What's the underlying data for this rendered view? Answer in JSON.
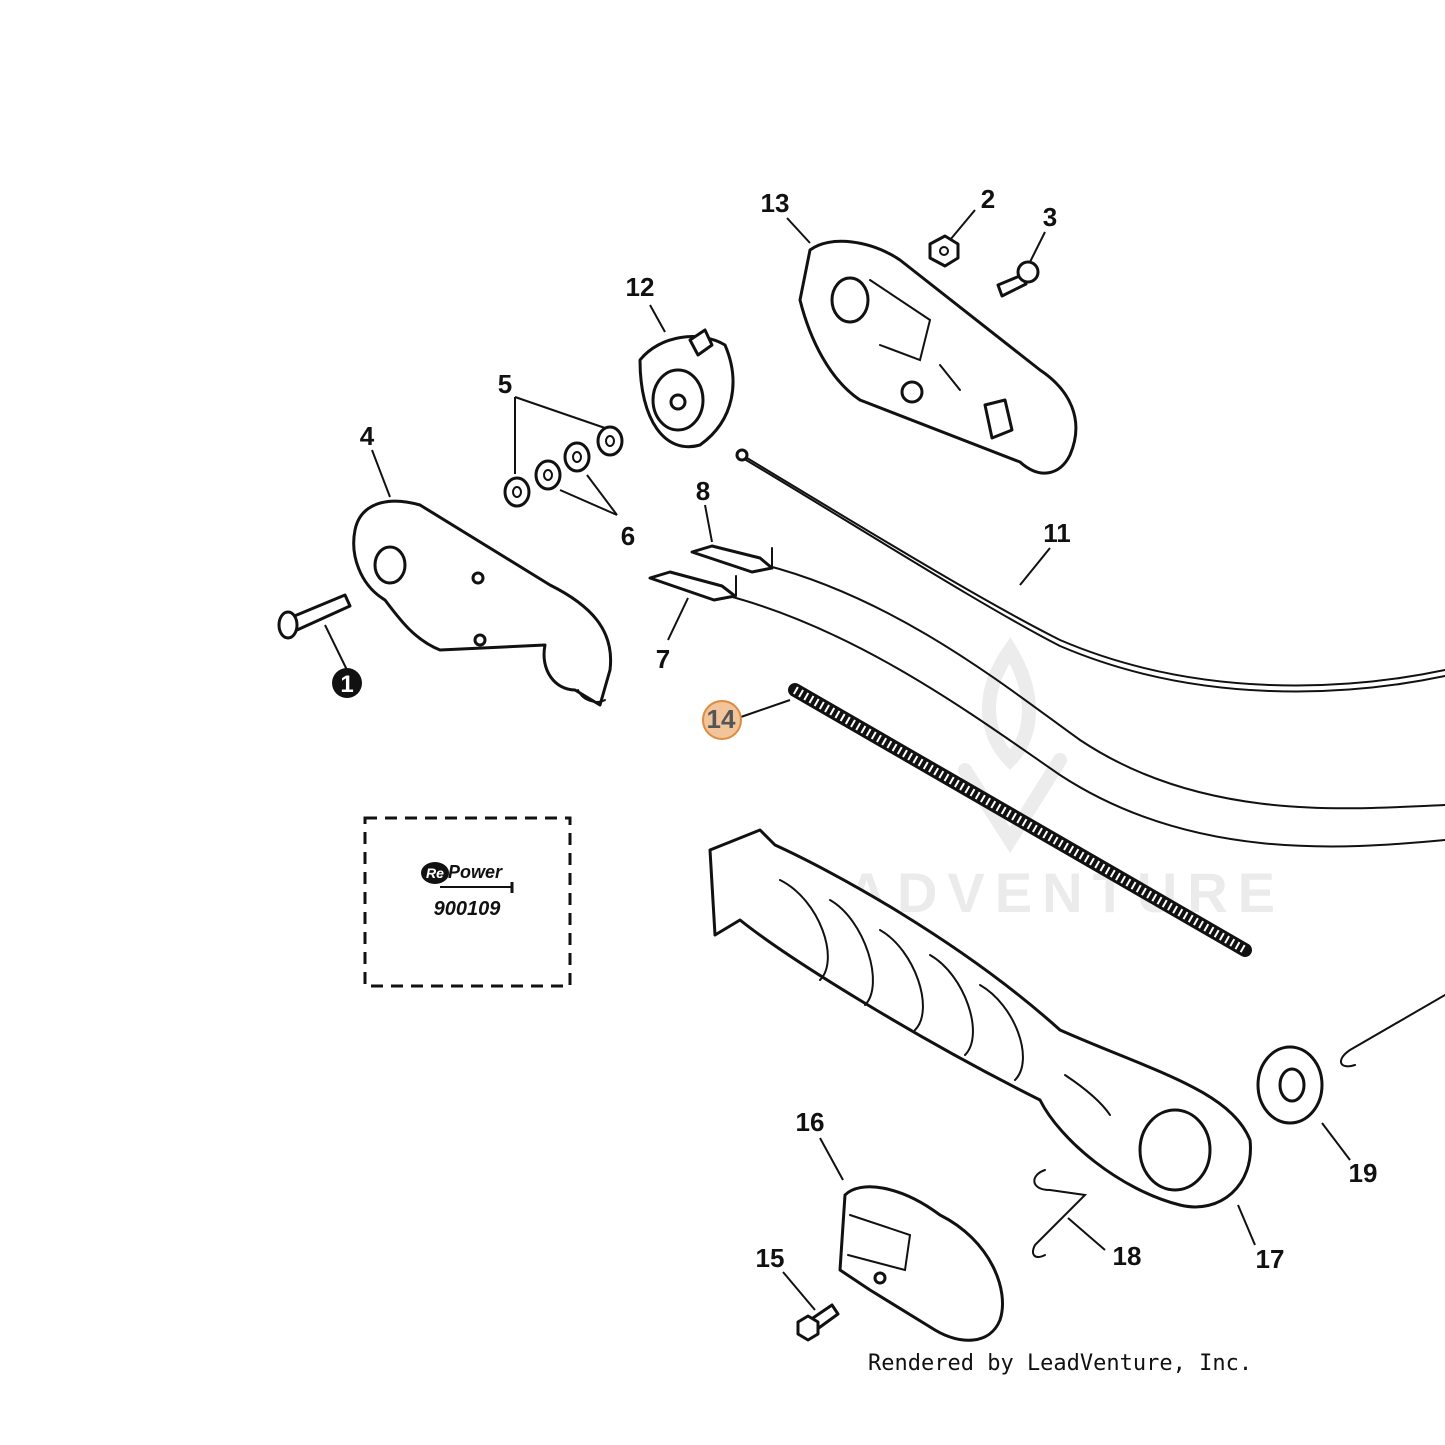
{
  "callouts": [
    {
      "id": "1",
      "text": "1",
      "style": "inverse"
    },
    {
      "id": "2",
      "text": "2"
    },
    {
      "id": "3",
      "text": "3"
    },
    {
      "id": "4",
      "text": "4"
    },
    {
      "id": "5",
      "text": "5"
    },
    {
      "id": "6",
      "text": "6"
    },
    {
      "id": "7",
      "text": "7"
    },
    {
      "id": "8",
      "text": "8"
    },
    {
      "id": "11",
      "text": "11"
    },
    {
      "id": "12",
      "text": "12"
    },
    {
      "id": "13",
      "text": "13"
    },
    {
      "id": "14",
      "text": "14",
      "style": "highlighted"
    },
    {
      "id": "15",
      "text": "15"
    },
    {
      "id": "16",
      "text": "16"
    },
    {
      "id": "17",
      "text": "17"
    },
    {
      "id": "18",
      "text": "18"
    },
    {
      "id": "19",
      "text": "19"
    }
  ],
  "repower_box": {
    "brand_prefix": "Re",
    "brand_word": "Power",
    "part_number": "900109"
  },
  "watermark": "LEADVENTURE",
  "credit": "Rendered by LeadVenture, Inc.",
  "colors": {
    "line": "#111111",
    "highlight_fill": "#f2c49b",
    "highlight_stroke": "#e08a3c",
    "watermark": "#ebebeb"
  }
}
